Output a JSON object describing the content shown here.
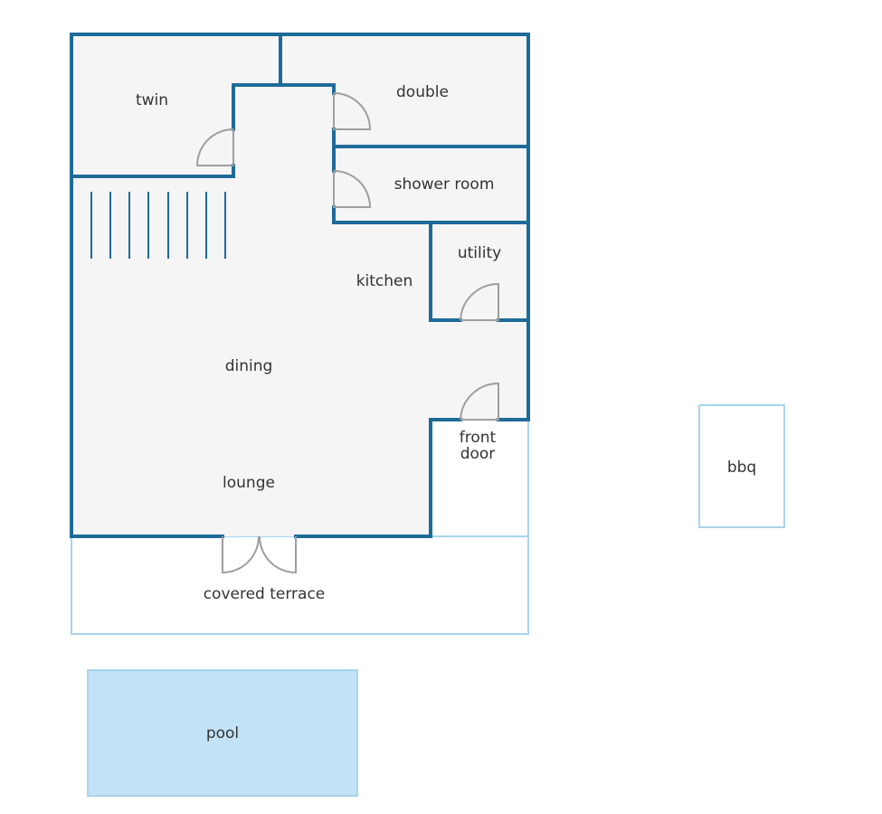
{
  "colors": {
    "wall": "#1e6b99",
    "floor": "#f5f5f5",
    "outdoor_outline": "#a8d4ec",
    "pool_fill": "#c2e2f6",
    "door": "#9e9e9e",
    "stairs": "#1e6b99",
    "label": "#333333",
    "background": "#ffffff"
  },
  "rooms": {
    "twin": "twin",
    "double": "double",
    "shower_room": "shower room",
    "utility": "utility",
    "kitchen": "kitchen",
    "dining": "dining",
    "lounge": "lounge",
    "front_door_line1": "front",
    "front_door_line2": "door",
    "covered_terrace": "covered terrace",
    "bbq": "bbq",
    "pool": "pool"
  },
  "icons": {
    "stairs": "stairs-icon",
    "door": "door-swing-icon"
  }
}
